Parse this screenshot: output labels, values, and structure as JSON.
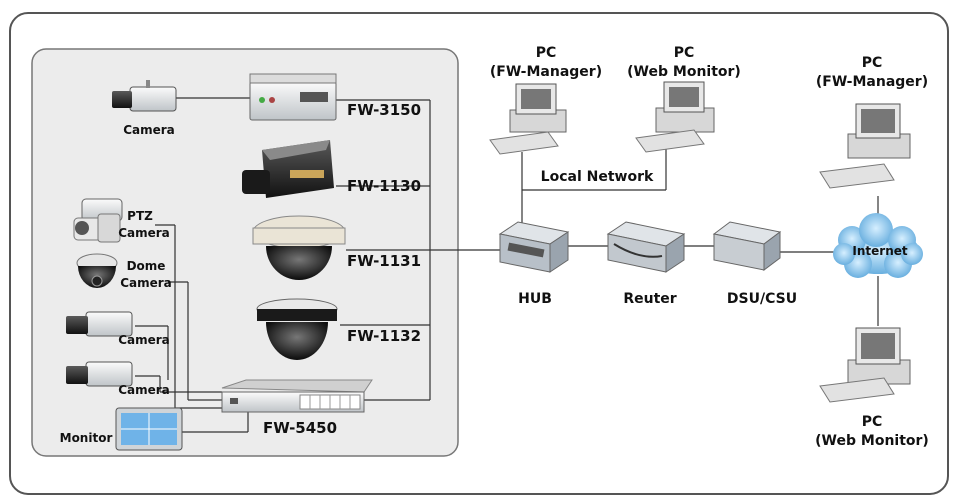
{
  "devices": {
    "fw3150": "FW-3150",
    "fw1130": "FW-1130",
    "fw1131": "FW-1131",
    "fw1132": "FW-1132",
    "fw5450": "FW-5450"
  },
  "left_devices": {
    "camera_top": "Camera",
    "ptz_line1": "PTZ",
    "ptz_line2": "Camera",
    "dome_line1": "Dome",
    "dome_line2": "Camera",
    "camera_mid": "Camera",
    "camera_low": "Camera",
    "monitor": "Monitor"
  },
  "network": {
    "pc1_line1": "PC",
    "pc1_line2": "(FW-Manager)",
    "pc2_line1": "PC",
    "pc2_line2": "(Web Monitor)",
    "local_network": "Local Network",
    "hub": "HUB",
    "router": "Reuter",
    "dsu": "DSU/CSU",
    "internet": "Internet",
    "pc3_line1": "PC",
    "pc3_line2": "(FW-Manager)",
    "pc4_line1": "PC",
    "pc4_line2": "(Web Monitor)"
  },
  "colors": {
    "outer_border": "#555555",
    "inner_panel": "#ececec",
    "internet_cloud": "#8fc7ea",
    "monitor_screen": "#6fb3e8"
  }
}
